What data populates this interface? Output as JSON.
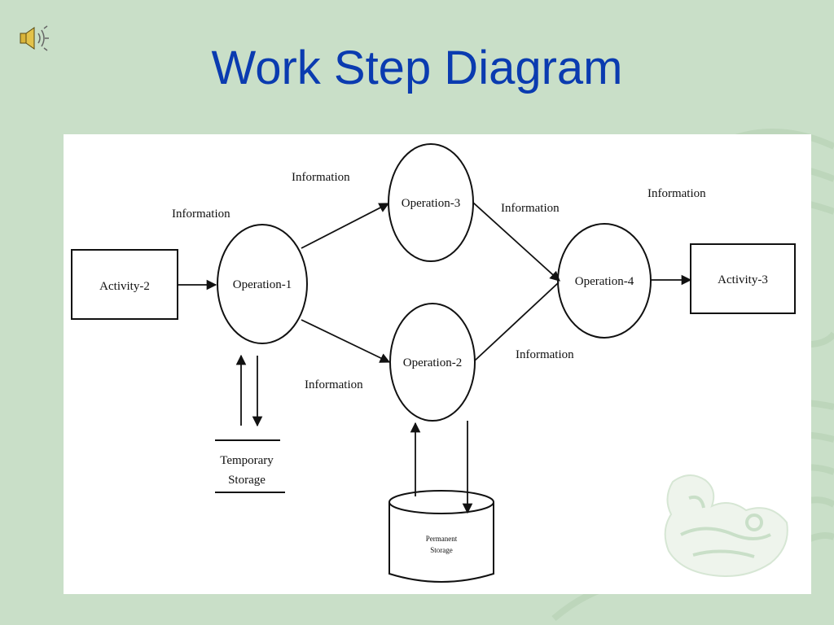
{
  "slide": {
    "title": "Work Step Diagram",
    "icons": {
      "audio": "speaker-icon",
      "ornament": "dragon-ornament"
    },
    "colors": {
      "background": "#c9dfc8",
      "title": "#0a3bb0",
      "diagram_bg": "#ffffff",
      "ink": "#111111"
    }
  },
  "diagram": {
    "nodes": {
      "activity2": "Activity-2",
      "activity3": "Activity-3",
      "op1": "Operation-1",
      "op2": "Operation-2",
      "op3": "Operation-3",
      "op4": "Operation-4",
      "temp_storage_line1": "Temporary",
      "temp_storage_line2": "Storage",
      "perm_storage_line1": "Permanent",
      "perm_storage_line2": "Storage"
    },
    "flow_labels": {
      "a2_op1": "Information",
      "op1_op3": "Information",
      "op1_op2": "Information",
      "op3_op4": "Information",
      "op2_op4": "Information",
      "op4_a3": "Information"
    }
  }
}
